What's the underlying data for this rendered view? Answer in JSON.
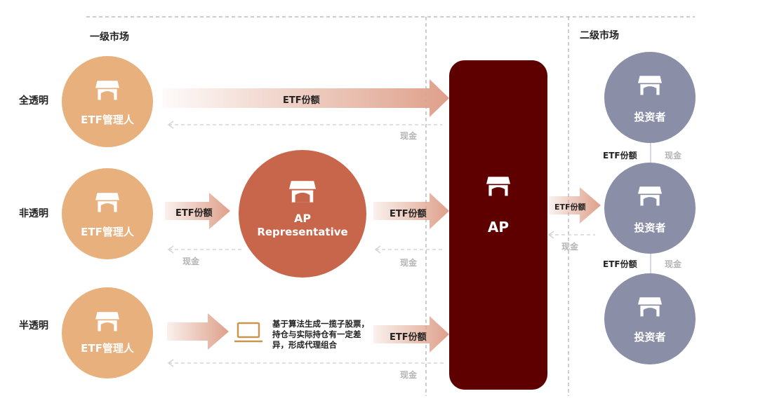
{
  "markets": {
    "primary": "一级市场",
    "secondary": "二级市场"
  },
  "rows": {
    "full": "全透明",
    "non": "非透明",
    "semi": "半透明"
  },
  "nodes": {
    "manager": "ETF管理人",
    "ap_rep_line1": "AP",
    "ap_rep_line2": "Representative",
    "ap": "AP",
    "investor": "投资者"
  },
  "flows": {
    "etf_shares": "ETF份额",
    "cash": "现金"
  },
  "note": {
    "line1": "基于算法生成一揽子股票，",
    "line2": "持仓与实际持仓有一定差",
    "line3": "异，形成代理组合"
  },
  "colors": {
    "manager": "#e8b07c",
    "ap_rep": "#c8664c",
    "ap": "#5e0000",
    "investor": "#8a8ea6",
    "arrow": "#dea08a"
  }
}
